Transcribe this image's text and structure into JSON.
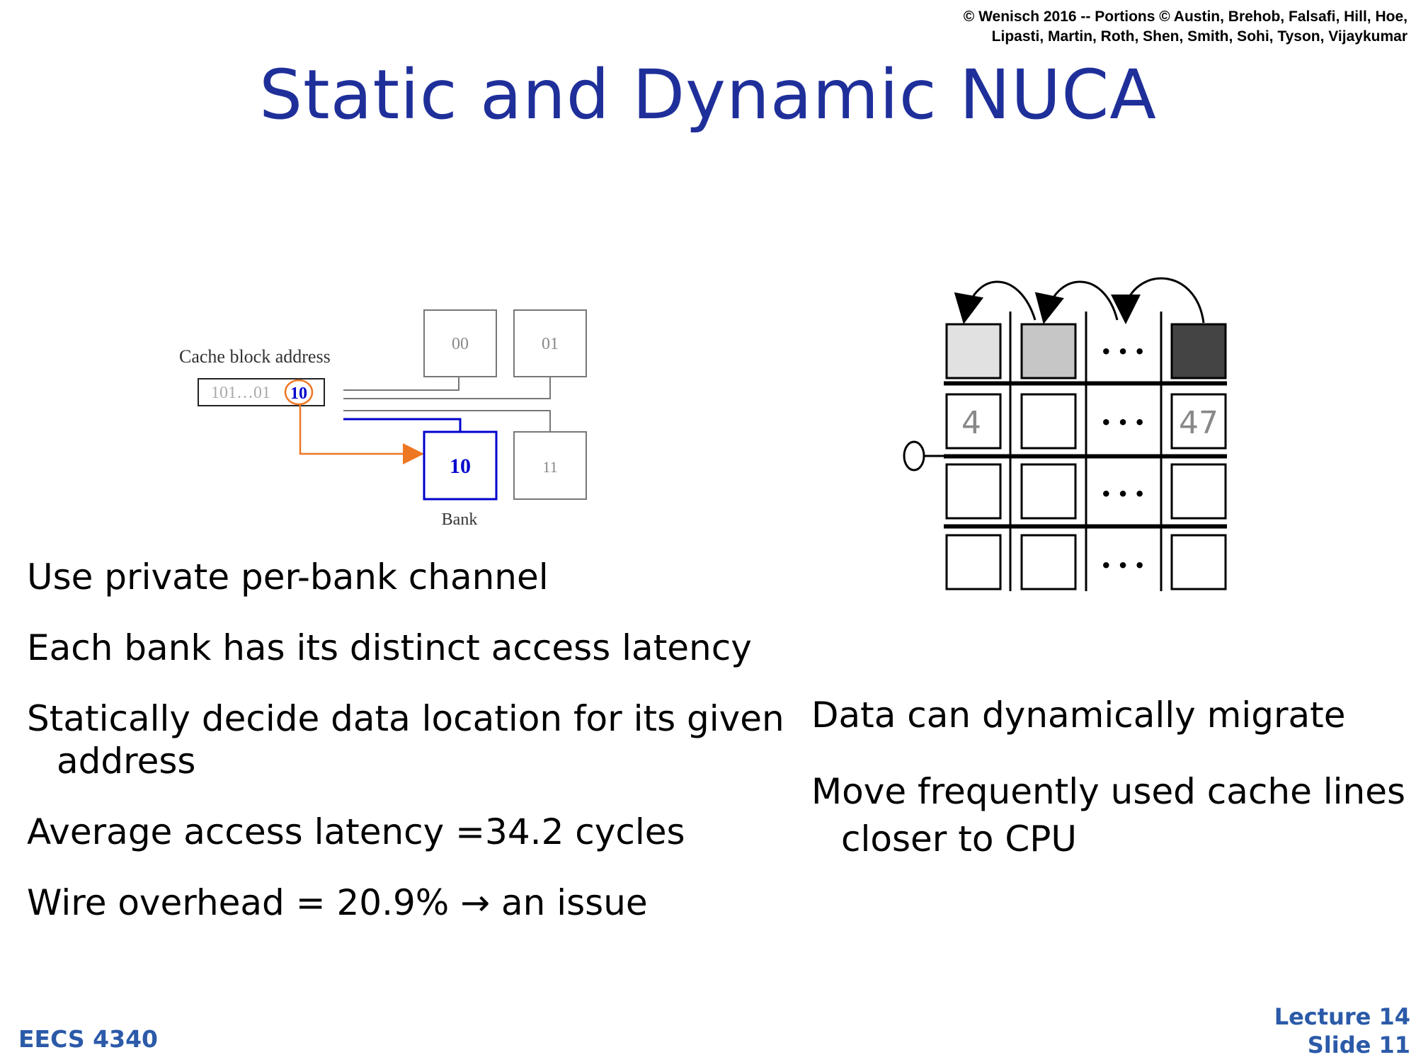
{
  "header": {
    "copyright_line1": "© Wenisch 2016 -- Portions © Austin, Brehob, Falsafi, Hill, Hoe,",
    "copyright_line2": "Lipasti, Martin, Roth, Shen, Smith, Sohi, Tyson, Vijaykumar"
  },
  "title": "Static and Dynamic NUCA",
  "static_diagram": {
    "address_label": "Cache block address",
    "address_prefix": "101…01",
    "address_bits": "10",
    "bank_00": "00",
    "bank_01": "01",
    "bank_10": "10",
    "bank_11": "11",
    "bank_label": "Bank"
  },
  "dynamic_diagram": {
    "cell_left": "4",
    "cell_right": "47",
    "ellipsis": "• • •"
  },
  "left_bullets": [
    "Use private per-bank channel",
    "Each bank has its distinct access latency",
    "Statically decide data location for its given",
    "address",
    "Average access latency =34.2 cycles",
    "Wire overhead = 20.9% → an issue"
  ],
  "right_bullets": [
    "Data can dynamically migrate",
    "Move frequently used cache lines",
    "closer to CPU"
  ],
  "footer": {
    "course": "EECS 4340",
    "lecture": "Lecture 14",
    "slide": "Slide 11"
  },
  "colors": {
    "title": "#1f2f9a",
    "footer": "#2b5aa8",
    "highlight_blue": "#0000cc",
    "highlight_orange": "#ee7722"
  }
}
